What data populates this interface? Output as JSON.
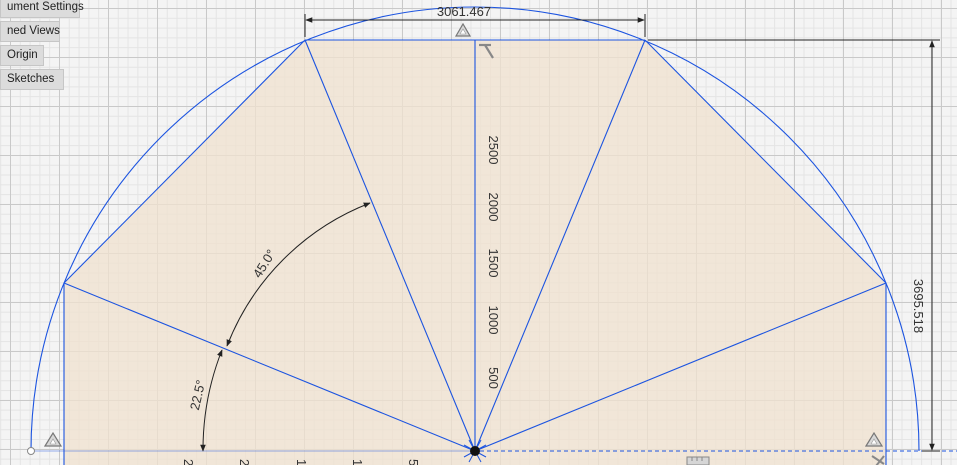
{
  "browser": {
    "items": [
      {
        "label": "ument Settings"
      },
      {
        "label": "ned Views"
      },
      {
        "label": "Origin"
      },
      {
        "label": "Sketches"
      }
    ]
  },
  "sketch": {
    "dimensions": {
      "width": "3061.467",
      "height": "3695.518",
      "angle_main": "45.0°",
      "angle_small": "22.5°"
    },
    "ruler_labels": [
      "2500",
      "2000",
      "1500",
      "1000",
      "500"
    ],
    "bottom_ruler_labels": [
      "2",
      "2",
      "1",
      "1",
      "5("
    ]
  },
  "icons": {
    "constraint": "fix-constraint-icon",
    "horizontal": "horizontal-constraint-icon",
    "origin": "origin-point-icon"
  },
  "colors": {
    "sketch_line": "#1c54e0",
    "profile_fill": "#f0e2cf",
    "dimension": "#222222"
  }
}
